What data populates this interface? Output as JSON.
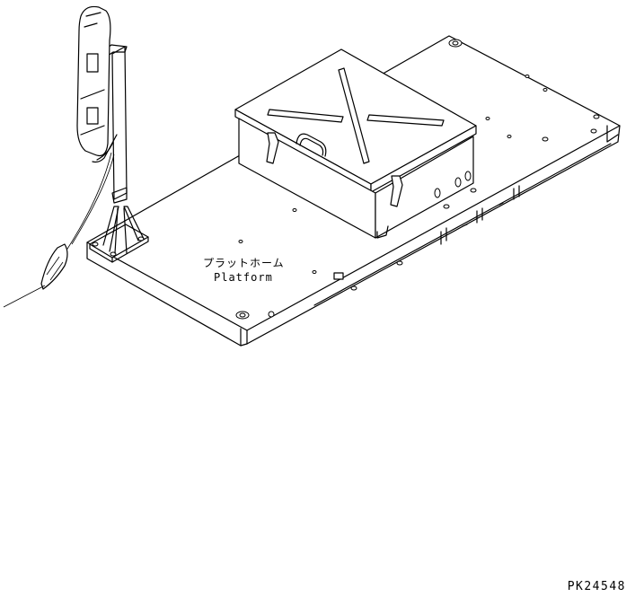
{
  "labels": {
    "platform_jp": "プラットホーム",
    "platform_en": "Platform"
  },
  "figure_code": "PK24548",
  "colors": {
    "line": "#000000",
    "background": "#ffffff"
  }
}
